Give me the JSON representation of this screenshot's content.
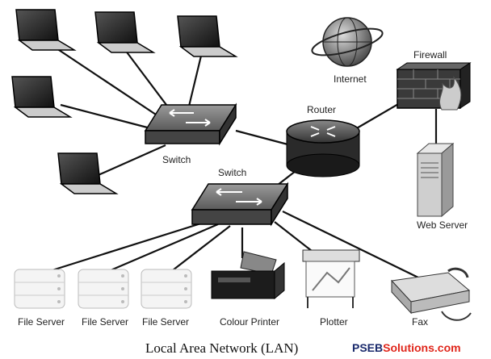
{
  "labels": {
    "firewall": "Firewall",
    "internet": "Internet",
    "router": "Router",
    "switch_top": "Switch",
    "switch_bottom": "Switch",
    "web_server": "Web Server",
    "file_server_1": "File Server",
    "file_server_2": "File Server",
    "file_server_3": "File Server",
    "colour_printer": "Colour Printer",
    "plotter": "Plotter",
    "fax": "Fax"
  },
  "caption": "Local Area Network (LAN)",
  "watermark": {
    "part1": "PSEB",
    "part2": "Solutions.com"
  },
  "colors": {
    "brand_dark": "#1a2a6c",
    "brand_red": "#e0261b"
  }
}
